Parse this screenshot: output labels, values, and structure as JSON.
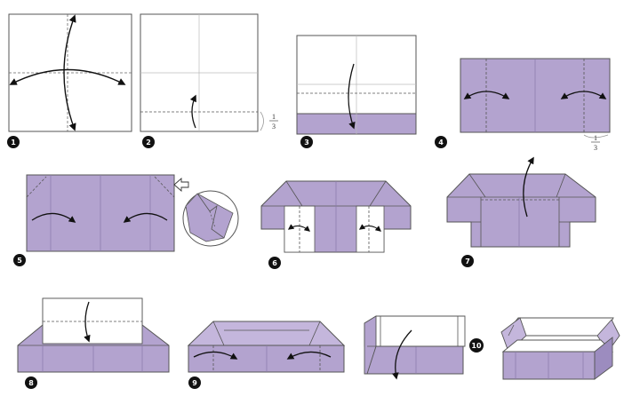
{
  "diagram": {
    "colors": {
      "paper_white": "#ffffff",
      "paper_purple": "#b3a3cf",
      "paper_purple_dark": "#9c8cbf",
      "outline": "#555555",
      "crease": "#666666",
      "arrow": "#111111",
      "badge": "#111111"
    },
    "steps": [
      {
        "number": "1"
      },
      {
        "number": "2"
      },
      {
        "number": "3"
      },
      {
        "number": "4"
      },
      {
        "number": "5"
      },
      {
        "number": "6"
      },
      {
        "number": "7"
      },
      {
        "number": "8"
      },
      {
        "number": "9"
      },
      {
        "number": "10"
      }
    ],
    "fraction_labels": [
      {
        "numerator": "1",
        "denominator": "3"
      },
      {
        "numerator": "1",
        "denominator": "3"
      }
    ]
  }
}
